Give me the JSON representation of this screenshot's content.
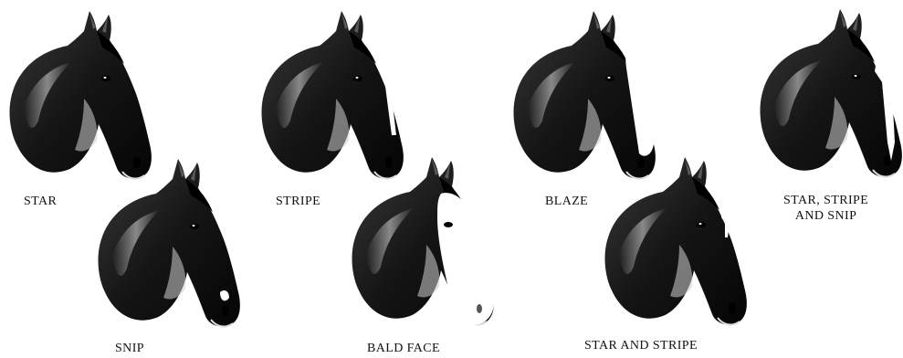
{
  "colors": {
    "coat": "#151515",
    "shine": "#f2f2f2",
    "marking": "#ffffff",
    "text": "#111111"
  },
  "horses": [
    {
      "label": "STAR",
      "marking": "star"
    },
    {
      "label": "SNIP",
      "marking": "snip"
    },
    {
      "label": "STRIPE",
      "marking": "stripe"
    },
    {
      "label": "BALD FACE",
      "marking": "bald-face"
    },
    {
      "label": "BLAZE",
      "marking": "blaze"
    },
    {
      "label": "STAR AND STRIPE",
      "marking": "star-and-stripe"
    },
    {
      "label_line1": "STAR, STRIPE",
      "label_line2": "AND SNIP",
      "marking": "star-stripe-and-snip"
    }
  ]
}
